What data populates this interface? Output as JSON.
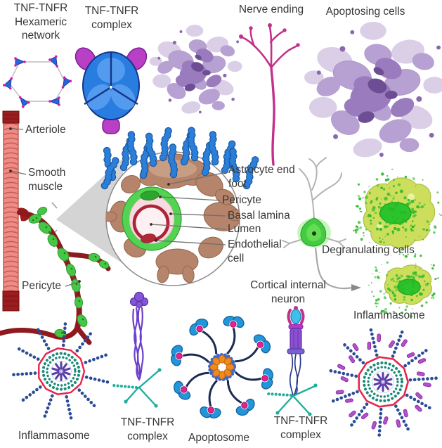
{
  "figure": {
    "type": "biomedical-illustration",
    "background": "#ffffff"
  },
  "labels": {
    "hexameric_network": "TNF-TNFR\nHexameric\nnetwork",
    "tnf_complex_top": "TNF-TNFR\ncomplex",
    "nerve_ending": "Nerve ending",
    "apoptosing_cells": "Apoptosing cells",
    "arteriole": "Arteriole",
    "smooth_muscle": "Smooth\nmuscle",
    "pericyte_vessel": "Pericyte",
    "astrocyte_end_foot": "Astrocyte end\nfoot",
    "pericyte_inset": "Pericyte",
    "basal_lamina": "Basal lamina",
    "lumen": "Lumen",
    "endothelial_cell": "Endothelial\ncell",
    "degranulating_cells": "Degranulating cells",
    "inflammasome_right": "Inflammasome",
    "cortical_internal_neuron": "Cortical internal\nneuron",
    "inflammasome_left": "Inflammasome",
    "tnf_complex_bottom_left": "TNF-TNFR\ncomplex",
    "apoptosome": "Apoptosome",
    "tnf_complex_bottom_right": "TNF-TNFR\ncomplex"
  },
  "colors": {
    "tnf_blue": "#2a7de0",
    "tnf_magenta": "#b93fc4",
    "cluster_purple": "#9a7cbe",
    "nerve_magenta": "#c2308c",
    "arteriole_red": "#ef8b84",
    "arteriole_cap_red": "#9b1d1d",
    "capillary_dark_red": "#8e1a1f",
    "pericyte_green": "#46c646",
    "astrocyte_brown": "#b5846a",
    "basal_lamina_pink": "#f7dbe0",
    "endothelial_ring_red": "#ab2438",
    "blue_cell": "#2b7fd9",
    "neuron_green": "#43cb43",
    "degranulating_cell_green": "#cdde5c",
    "granule_green": "#2cc42c",
    "inflammasome_ring_red": "#e8254b",
    "inflammasome_teal": "#1a8a78",
    "inflammasome_navy": "#2b4b96",
    "inflammasome_star_purple": "#5b3fa8",
    "inflammasome_capsule_purple": "#b052c8",
    "apoptosome_orange": "#ef8a1e",
    "apoptosome_blue": "#2196d9",
    "apoptosome_pink": "#ea1f8f",
    "teal_leg": "#1fae9e",
    "label_text": "#383838"
  }
}
